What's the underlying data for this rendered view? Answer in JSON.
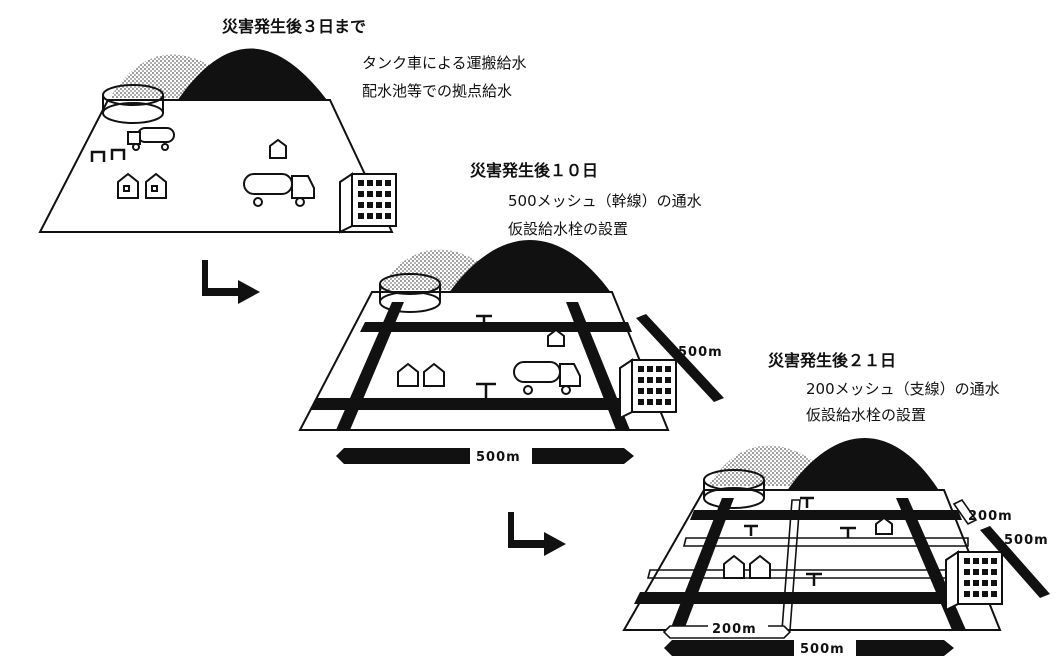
{
  "stages": [
    {
      "title": "災害発生後３日まで",
      "lines": [
        "タンク車による運搬給水",
        "配水池等での拠点給水"
      ]
    },
    {
      "title": "災害発生後１０日",
      "lines": [
        "500メッシュ（幹線）の通水",
        "仮設給水栓の設置"
      ]
    },
    {
      "title": "災害発生後２１日",
      "lines": [
        "200メッシュ（支線）の通水",
        "仮設給水栓の設置"
      ]
    }
  ],
  "scale_labels": {
    "s2_side": "500m",
    "s2_bottom": "500m",
    "s3_side_200": "200m",
    "s3_side_500": "500m",
    "s3_bottom_200": "200m",
    "s3_bottom_500": "500m"
  },
  "colors": {
    "ink": "#111111",
    "hatch": "#8a8a8a",
    "paper": "#ffffff"
  }
}
